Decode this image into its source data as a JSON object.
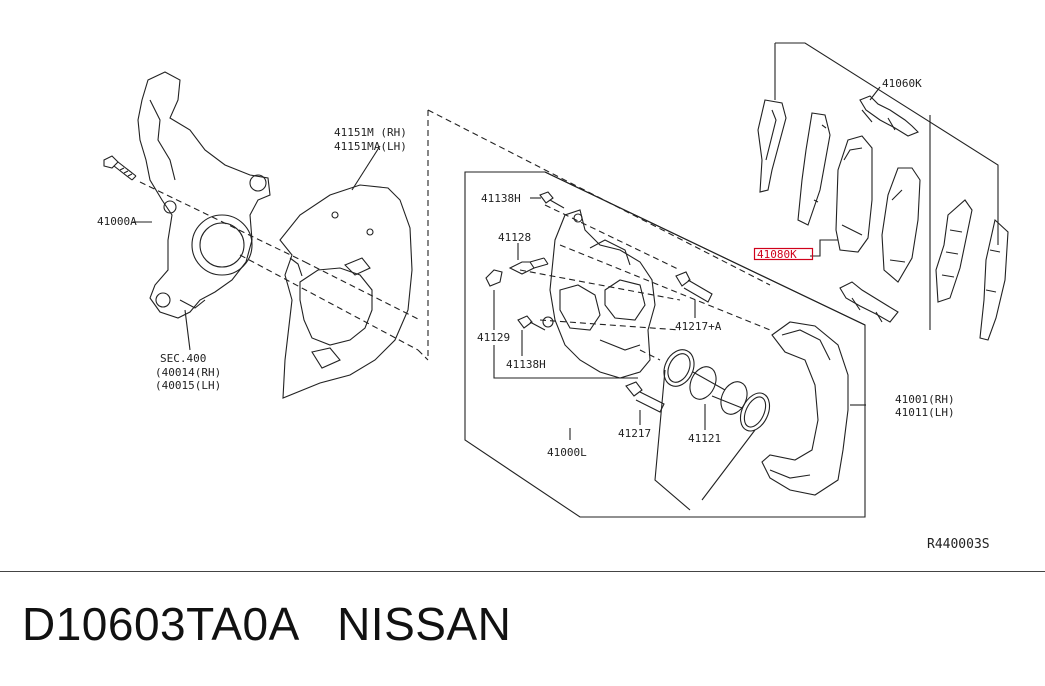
{
  "diagram": {
    "labels": {
      "l41000A": "41000A",
      "l41151M": "41151M (RH)",
      "l41151MA": "41151MA(LH)",
      "lSEC": "SEC.400",
      "l40014": "(40014(RH)",
      "l40015": "(40015(LH)",
      "l41138H_top": "41138H",
      "l41128": "41128",
      "l41129": "41129",
      "l41138H_bot": "41138H",
      "l41000L": "41000L",
      "l41217A": "41217+A",
      "l41217": "41217",
      "l41121": "41121",
      "l41001": "41001(RH)",
      "l41011": "41011(LH)",
      "l41080K": "41080K",
      "l41060K": "41060K",
      "ref": "R440003S"
    }
  },
  "footer": {
    "part_number": "D10603TA0A",
    "brand": "NISSAN"
  },
  "colors": {
    "highlight": "#d0021b",
    "line": "#222222"
  }
}
